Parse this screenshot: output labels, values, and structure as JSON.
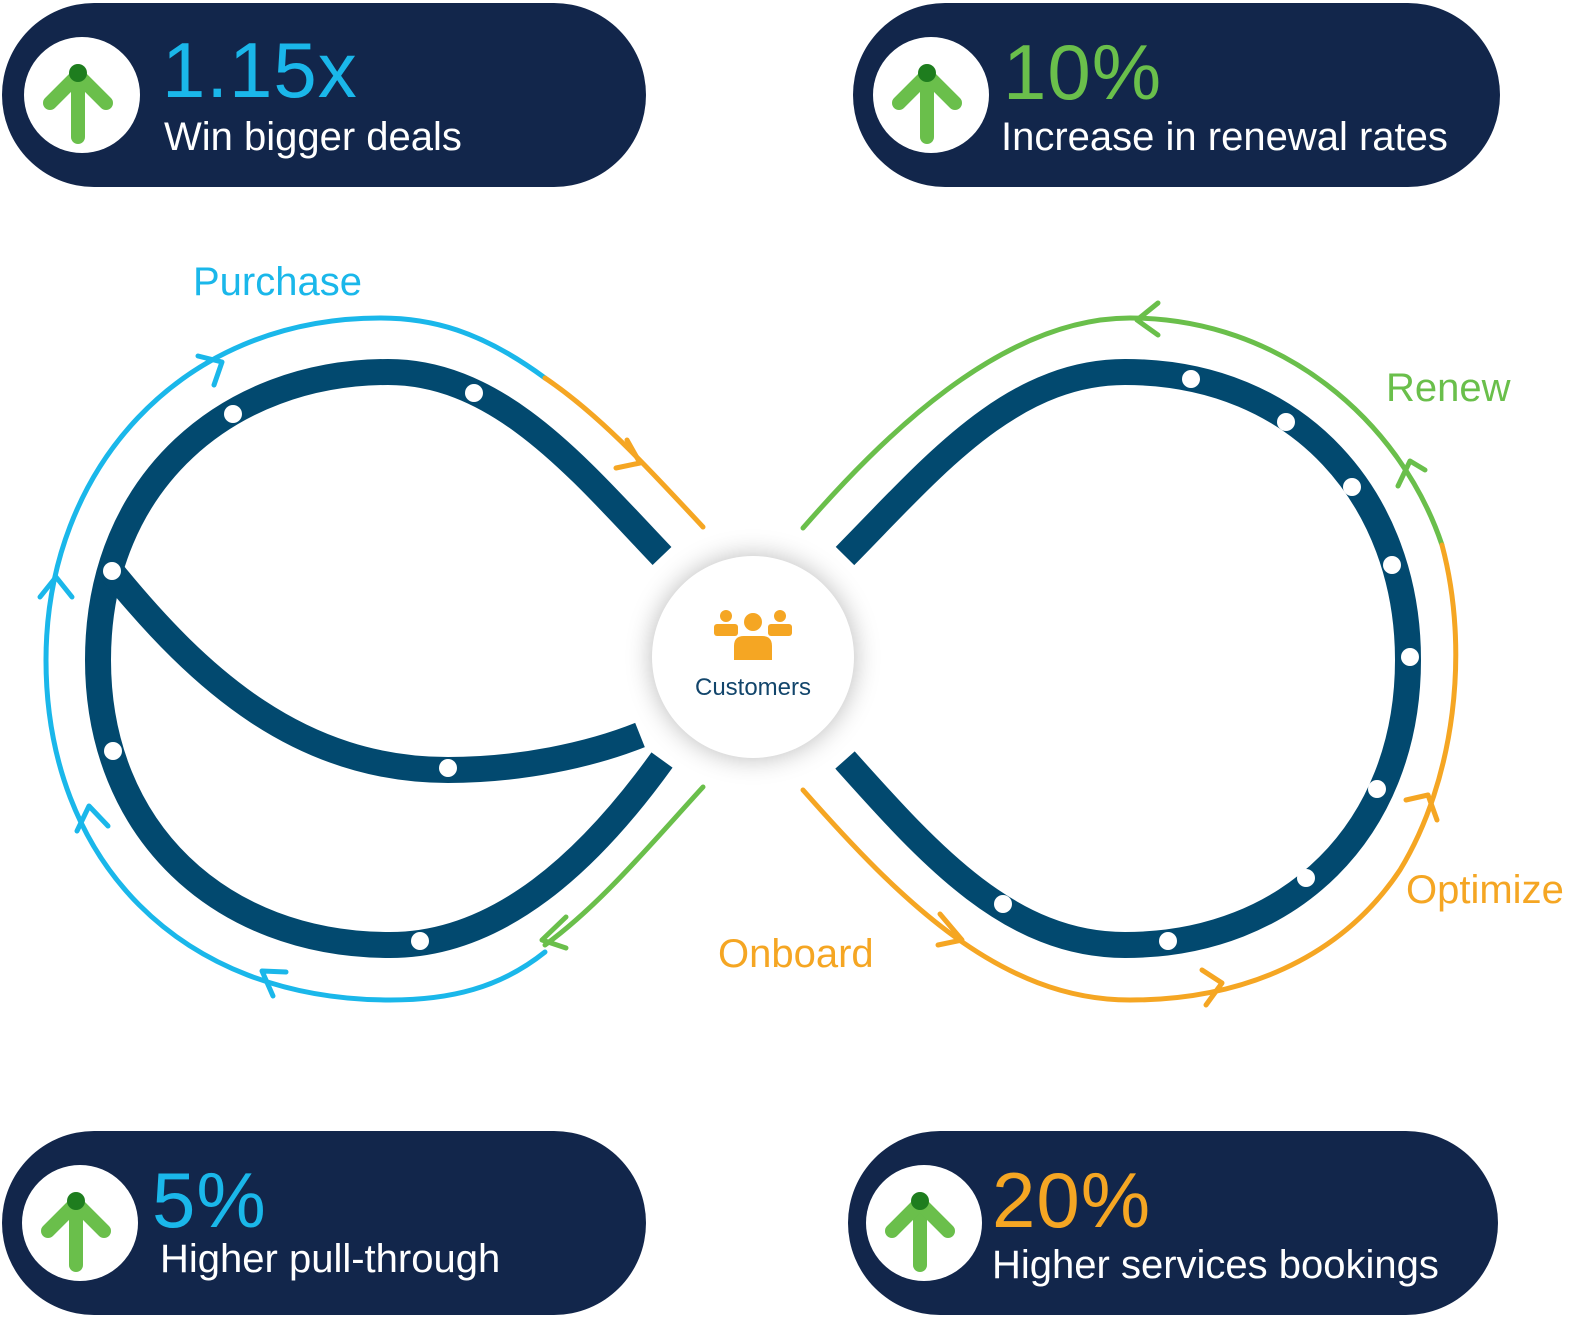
{
  "metrics": [
    {
      "id": "m1",
      "value": "1.15x",
      "caption": "Win bigger deals",
      "value_color": "#1ab7ea"
    },
    {
      "id": "m2",
      "value": "10%",
      "caption": "Increase in renewal rates",
      "value_color": "#6abf4b"
    },
    {
      "id": "m3",
      "value": "5%",
      "caption": "Higher pull-through",
      "value_color": "#1ab7ea"
    },
    {
      "id": "m4",
      "value": "20%",
      "caption": "Higher services bookings",
      "value_color": "#f5a623"
    }
  ],
  "stages": {
    "purchase": {
      "label": "Purchase",
      "color": "#1ab7ea"
    },
    "renew": {
      "label": "Renew",
      "color": "#6abf4b"
    },
    "optimize": {
      "label": "Optimize",
      "color": "#f5a623"
    },
    "onboard": {
      "label": "Onboard",
      "color": "#f5a623"
    }
  },
  "center": {
    "label": "Customers",
    "icon": "people-group-icon"
  },
  "colors": {
    "navy_pill": "#12264b",
    "loop": "#02496f",
    "arrow_green": "#6abf4b",
    "arrow_dark_green": "#1e7d1e"
  }
}
